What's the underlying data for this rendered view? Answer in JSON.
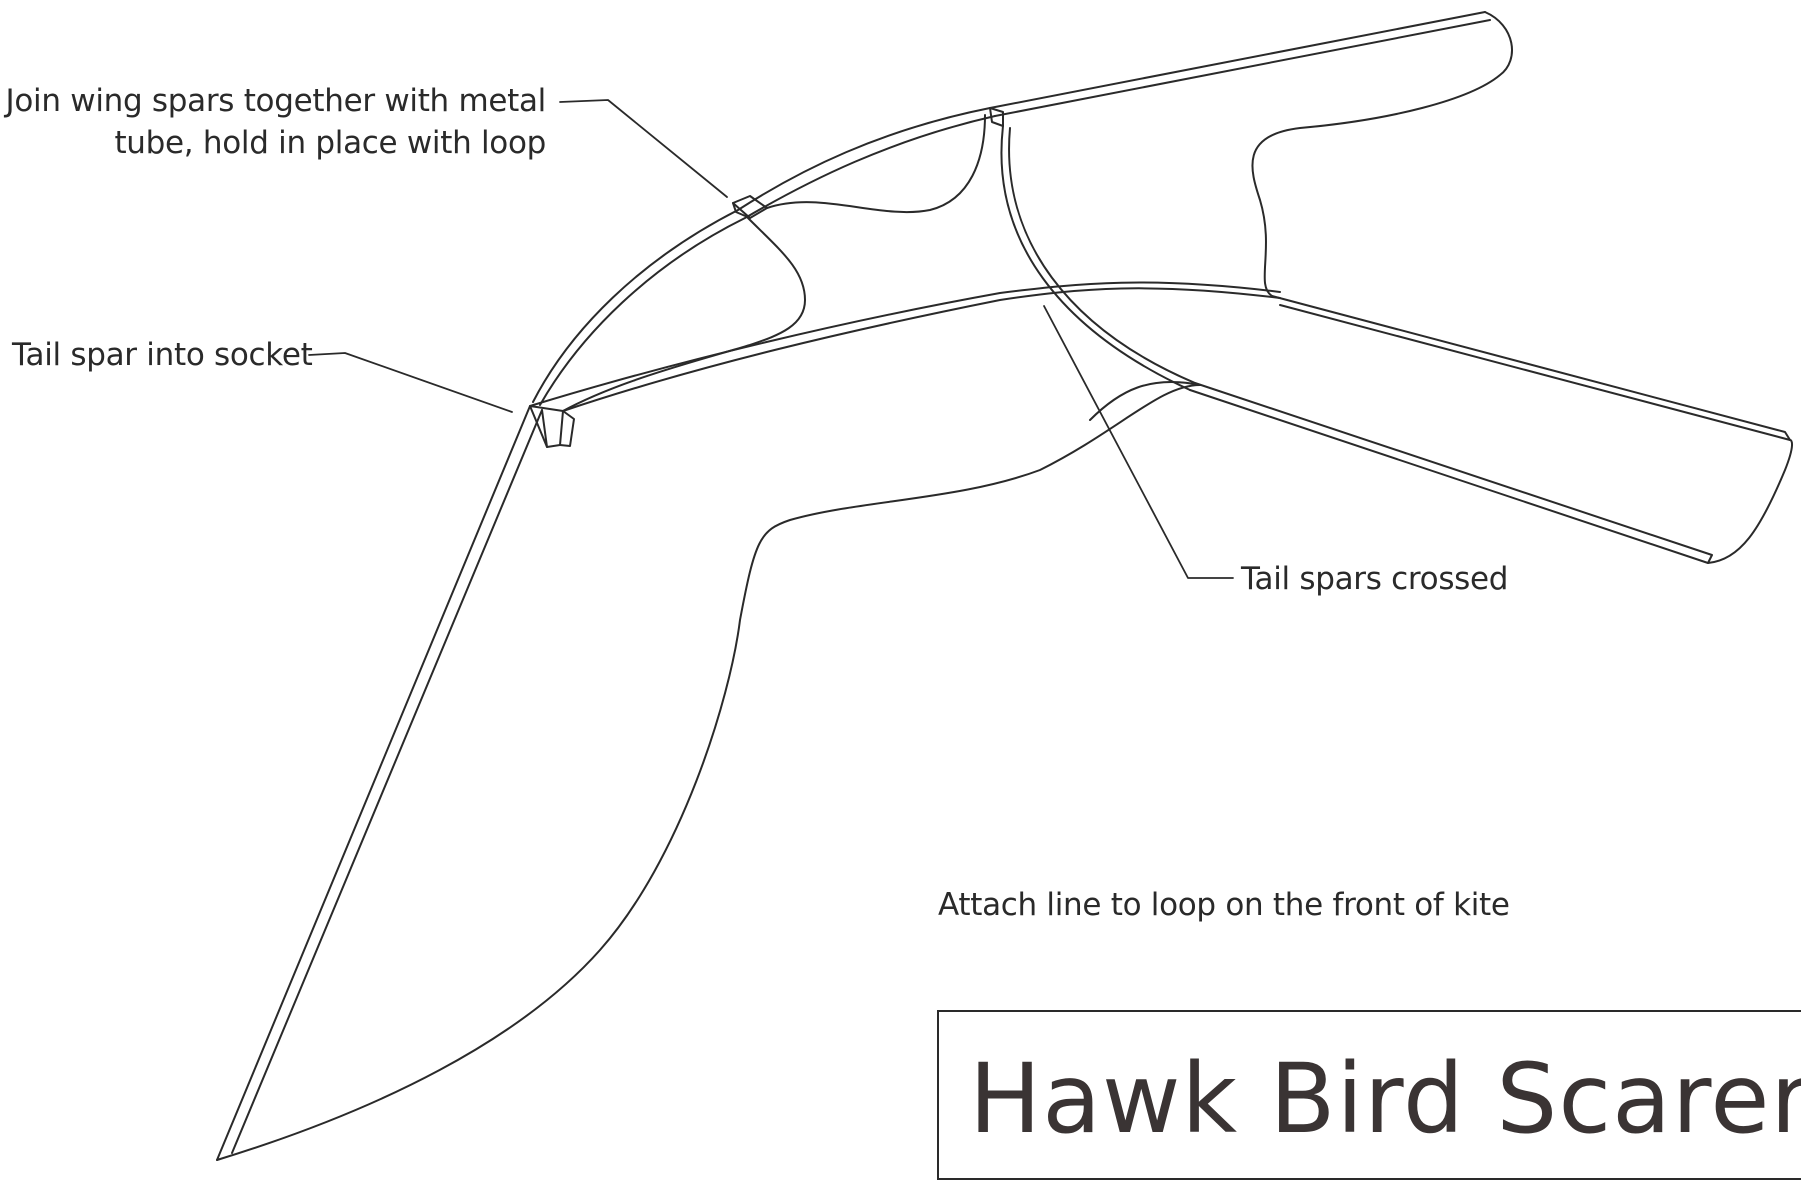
{
  "labels": {
    "join_wing_spars_line1": "Join wing spars together with metal",
    "join_wing_spars_line2": "tube, hold in place with loop",
    "tail_spar_socket": "Tail spar into socket",
    "tail_spars_crossed": "Tail spars crossed",
    "attach_line": "Attach line to loop on the front of kite"
  },
  "title": "Hawk Bird Scarer",
  "colors": {
    "ink": "#2a2a2a",
    "title_ink": "#3a3434",
    "background": "#ffffff"
  }
}
